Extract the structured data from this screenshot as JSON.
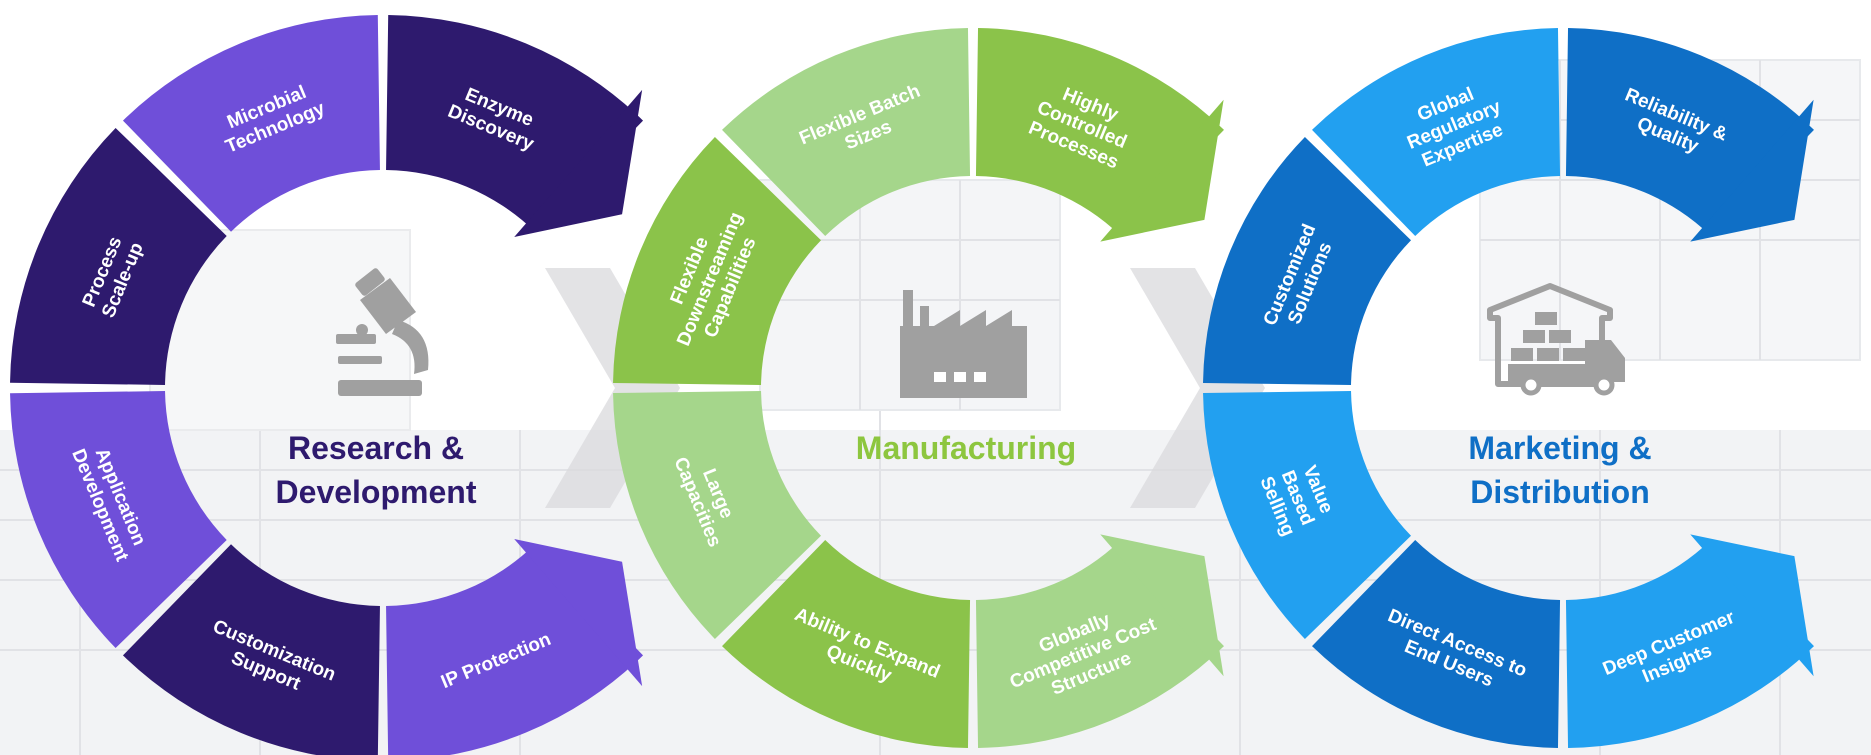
{
  "stages": [
    {
      "id": "rd",
      "title_lines": [
        "Research &",
        "Development"
      ],
      "title_color": "#2e1a6e",
      "icon": "microscope-icon",
      "segments": [
        {
          "label": [
            "Enzyme",
            "Discovery"
          ],
          "color": "#2e1a6e"
        },
        {
          "label": [
            "Microbial",
            "Technology"
          ],
          "color": "#6f4fd9"
        },
        {
          "label": [
            "Process",
            "Scale-up"
          ],
          "color": "#2e1a6e"
        },
        {
          "label": [
            "Application",
            "Development"
          ],
          "color": "#6f4fd9"
        },
        {
          "label": [
            "Customization",
            "Support"
          ],
          "color": "#2e1a6e"
        },
        {
          "label": [
            "IP Protection"
          ],
          "color": "#6f4fd9"
        }
      ]
    },
    {
      "id": "mfg",
      "title_lines": [
        "Manufacturing"
      ],
      "title_color": "#8dc63f",
      "icon": "factory-icon",
      "segments": [
        {
          "label": [
            "Highly",
            "Controlled",
            "Processes"
          ],
          "color": "#8bc34a"
        },
        {
          "label": [
            "Flexible Batch",
            "Sizes"
          ],
          "color": "#a5d68b"
        },
        {
          "label": [
            "Flexible",
            "Downstreaming",
            "Capabilities"
          ],
          "color": "#8bc34a"
        },
        {
          "label": [
            "Large",
            "Capacities"
          ],
          "color": "#a5d68b"
        },
        {
          "label": [
            "Ability to Expand",
            "Quickly"
          ],
          "color": "#8bc34a"
        },
        {
          "label": [
            "Globally",
            "Competitive Cost",
            "Structure"
          ],
          "color": "#a5d68b"
        }
      ]
    },
    {
      "id": "md",
      "title_lines": [
        "Marketing &",
        "Distribution"
      ],
      "title_color": "#0f6fc6",
      "icon": "warehouse-truck-icon",
      "segments": [
        {
          "label": [
            "Reliability &",
            "Quality"
          ],
          "color": "#0f6fc6"
        },
        {
          "label": [
            "Global",
            "Regulatory",
            "Expertise"
          ],
          "color": "#22a0f0"
        },
        {
          "label": [
            "Customized",
            "Solutions"
          ],
          "color": "#0f6fc6"
        },
        {
          "label": [
            "Value",
            "Based",
            "Selling"
          ],
          "color": "#22a0f0"
        },
        {
          "label": [
            "Direct Access to",
            "End Users"
          ],
          "color": "#0f6fc6"
        },
        {
          "label": [
            "Deep Customer",
            "Insights"
          ],
          "color": "#22a0f0"
        }
      ]
    }
  ]
}
